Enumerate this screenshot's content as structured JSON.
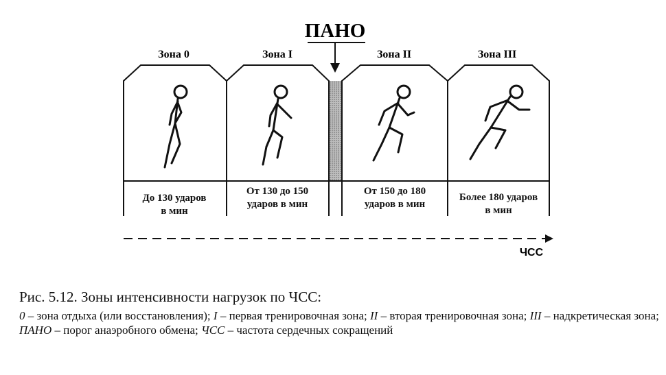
{
  "diagram": {
    "pano_label": "ПАНО",
    "axis_label": "ЧСС",
    "zones": [
      {
        "title": "Зона 0",
        "hr_line1": "До 130 ударов",
        "hr_line2": "в мин"
      },
      {
        "title": "Зона I",
        "hr_line1": "От 130 до 150",
        "hr_line2": "ударов в мин"
      },
      {
        "title": "Зона II",
        "hr_line1": "От 150 до 180",
        "hr_line2": "ударов в мин"
      },
      {
        "title": "Зона III",
        "hr_line1": "Более 180 ударов",
        "hr_line2": "в мин"
      }
    ]
  },
  "caption": {
    "title": "Рис. 5.12. Зоны интенсивности нагрузок по ЧСС:",
    "items": [
      {
        "term": "0",
        "desc": " – зона отдыха (или восстановления); "
      },
      {
        "term": "I",
        "desc": " – первая тренировочная зона; "
      },
      {
        "term": "II",
        "desc": " – вторая тренировочная зона; "
      },
      {
        "term": "III",
        "desc": " – надкретическая зона; "
      },
      {
        "term": "ПАНО",
        "desc": " – порог анаэробного обмена; "
      },
      {
        "term": "ЧСС",
        "desc": " – частота сердечных сокращений"
      }
    ]
  }
}
